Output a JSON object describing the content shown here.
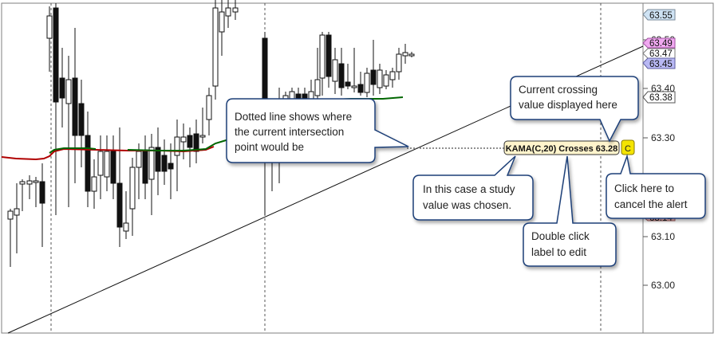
{
  "price_axis": {
    "labels": [
      "63.50",
      "63.40",
      "63.30",
      "63.10",
      "63.00"
    ],
    "tags": [
      {
        "text": "63.55",
        "color": "#cfe3f4",
        "border": "#7a8a99"
      },
      {
        "text": "63.49",
        "color": "#f0a8f0",
        "border": "#a050a0"
      },
      {
        "text": "63.47",
        "color": "#ffffff",
        "border": "#7a7a7a"
      },
      {
        "text": "63.45",
        "color": "#b8b8f4",
        "border": "#6060a0"
      },
      {
        "text": "63.38",
        "color": "#ffffff",
        "border": "#555555"
      },
      {
        "text": "63.14",
        "color": "#f4b8b8",
        "border": "#a06060"
      }
    ]
  },
  "alert": {
    "label": "KAMA(C,20) Crosses 63.28",
    "cancel_button": "C"
  },
  "callouts": {
    "dotted_line": [
      "Dotted line shows where",
      "the current intersection",
      "point would be"
    ],
    "crossing_value": [
      "Current crossing",
      "value displayed here"
    ],
    "study_value": [
      "In this case a study",
      "value was chosen."
    ],
    "double_click": [
      "Double click",
      "label to edit"
    ],
    "cancel": [
      "Click here to",
      "cancel the alert"
    ]
  },
  "colors": {
    "kama_red": "#b00000",
    "kama_green": "#006600",
    "callout_border": "#1f3f78",
    "alert_bg": "#fff4cc",
    "cancel_bg": "#f4e400"
  }
}
